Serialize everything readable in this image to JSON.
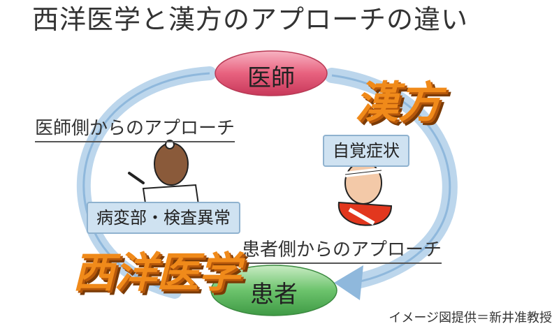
{
  "title": "西洋医学と漢方のアプローチの違い",
  "nodes": {
    "doctor": "医師",
    "patient": "患者"
  },
  "labels": {
    "doctor_approach": "医師側からのアプローチ",
    "patient_approach": "患者側からのアプローチ",
    "subjective_symptoms": "自覚症状",
    "lesion_abnormal": "病変部・検査異常"
  },
  "badges": {
    "kampo": "漢方",
    "western_medicine": "西洋医学"
  },
  "credit": "イメージ図提供＝新井准教授",
  "colors": {
    "doctor_ellipse": "#e8627f",
    "patient_ellipse": "#6cc36c",
    "arrow_blue": "#8fb8dc",
    "badge_orange": "#f08a1a"
  }
}
